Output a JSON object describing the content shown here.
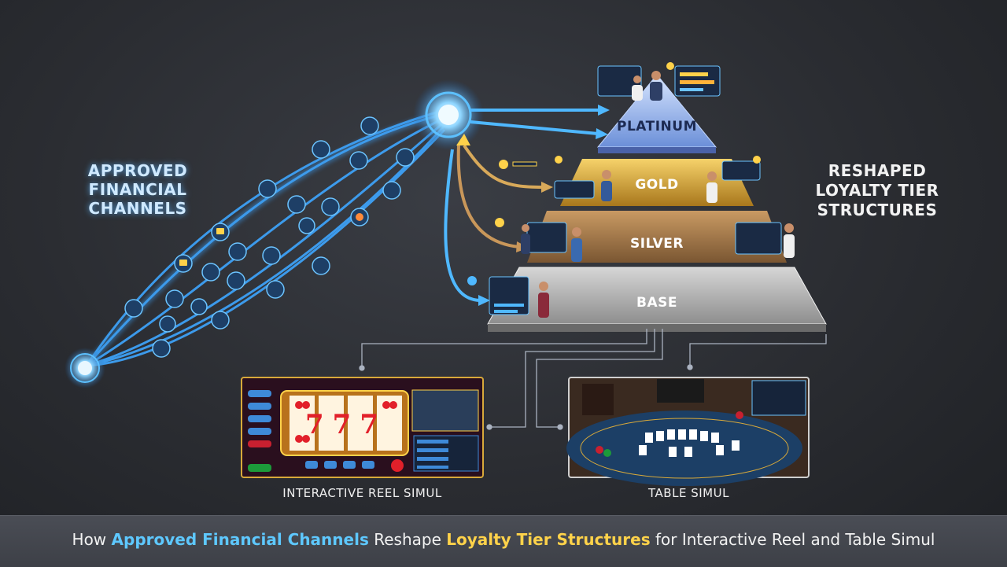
{
  "left_heading": {
    "line1": "APPROVED",
    "line2": "FINANCIAL",
    "line3": "CHANNELS"
  },
  "right_heading": {
    "line1": "RESHAPED",
    "line2": "LOYALTY TIER",
    "line3": "STRUCTURES"
  },
  "tiers": {
    "platinum": "PLATINUM",
    "gold": "GOLD",
    "silver": "SILVER",
    "base": "BASE"
  },
  "screens": {
    "reel_caption": "INTERACTIVE REEL SIMUL",
    "table_caption": "TABLE SIMUL",
    "reel_symbols": "777"
  },
  "footer": {
    "part1": "How ",
    "hl1": "Approved Financial Channels",
    "part2": " Reshape ",
    "hl2": "Loyalty Tier Structures",
    "part3": " for Interactive Reel and Table Simul"
  },
  "colors": {
    "channel_glow": "#4fb8ff",
    "gold": "#d8a93a",
    "platinum": "#8fb3ff",
    "accent_yellow": "#ffd24a"
  }
}
